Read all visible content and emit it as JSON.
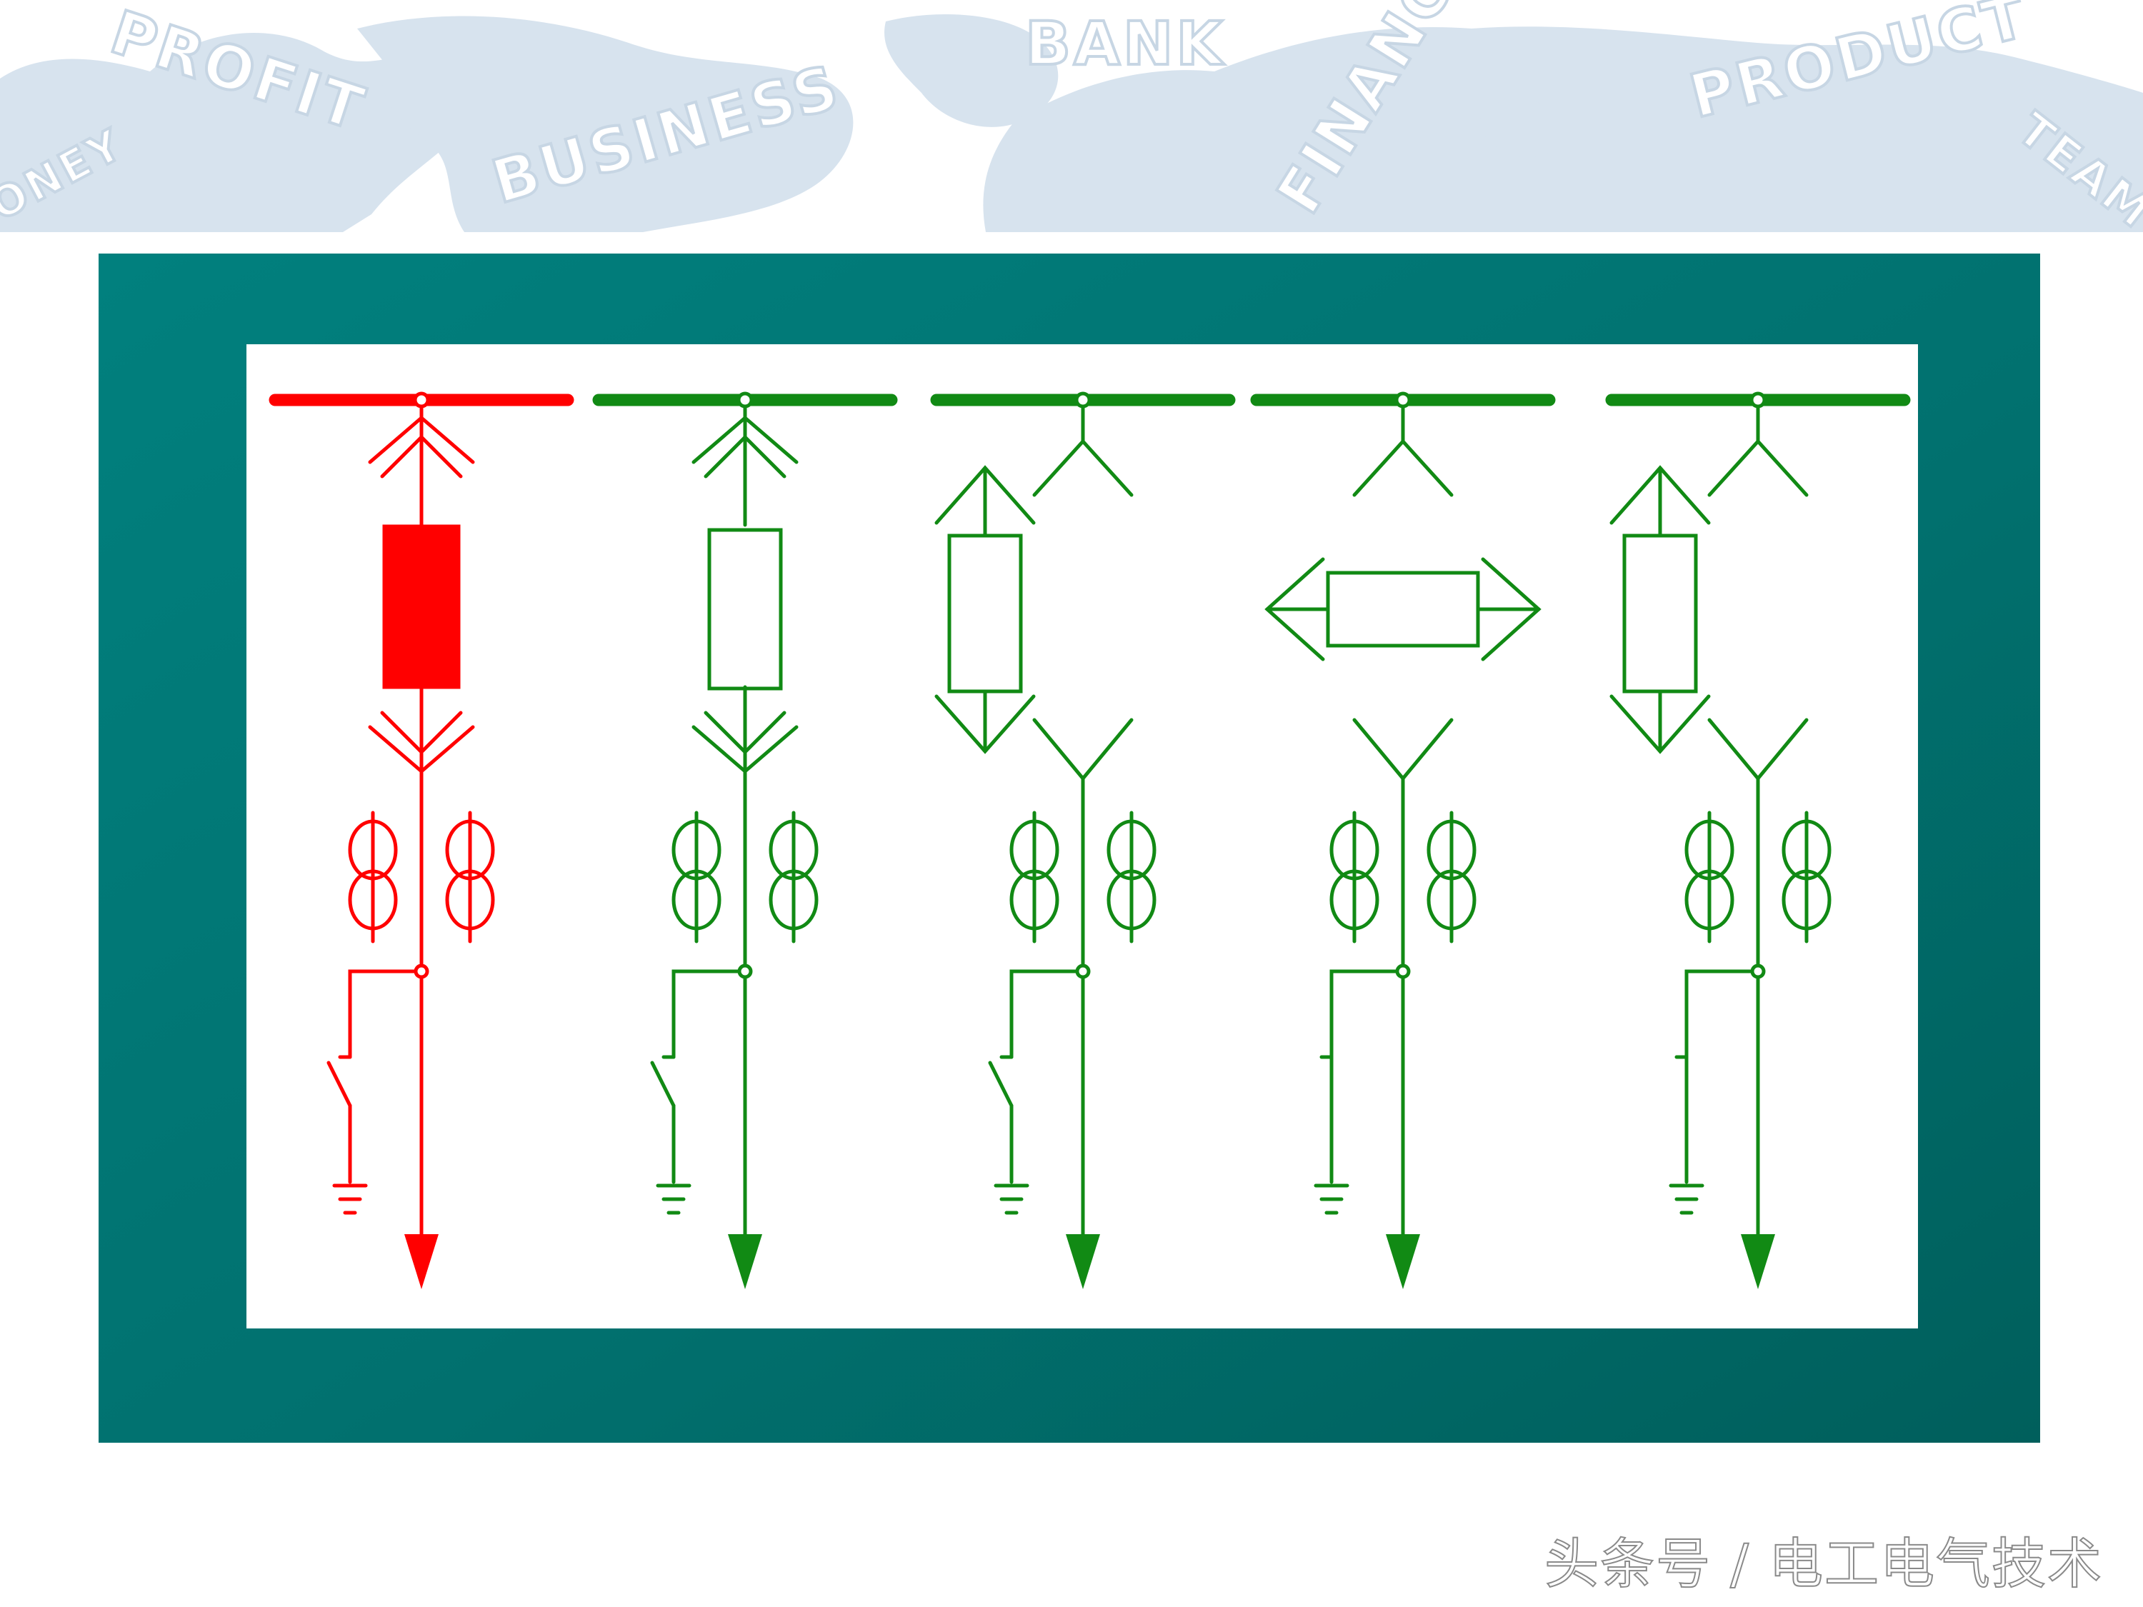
{
  "banner": {
    "words": [
      "PROFIT",
      "ONEY",
      "BUSINESS",
      "BANK",
      "FINANCE",
      "PRODUCT",
      "TEAM"
    ]
  },
  "colors": {
    "panel": "#01716f",
    "panel_dark": "#00625f",
    "canvas": "#ffffff",
    "energized": "#ff0000",
    "deenergized": "#118a14",
    "banner_land": "#d7e3ee"
  },
  "diagram": {
    "columns": [
      {
        "state": "energized",
        "breaker": "withdrawable-closed-filled",
        "disconnector": "plugged-double",
        "earth_switch": "open"
      },
      {
        "state": "deenergized",
        "breaker": "withdrawable-closed",
        "disconnector": "plugged-double",
        "earth_switch": "open"
      },
      {
        "state": "deenergized",
        "breaker": "test-position",
        "disconnector": "separated",
        "earth_switch": "open"
      },
      {
        "state": "deenergized",
        "breaker": "drawn-out-horizontal",
        "disconnector": "separated",
        "earth_switch": "closed"
      },
      {
        "state": "deenergized",
        "breaker": "test-position",
        "disconnector": "separated",
        "earth_switch": "closed"
      }
    ]
  },
  "watermark": "头条号 / 电工电气技术"
}
